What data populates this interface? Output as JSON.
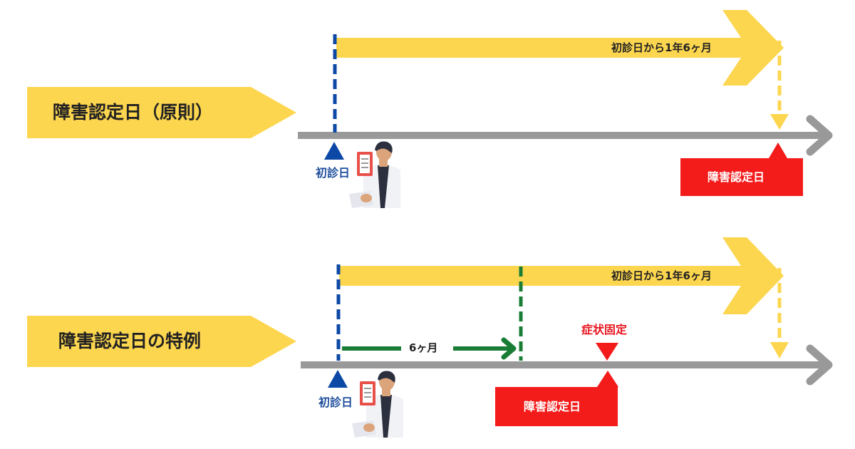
{
  "colors": {
    "yellow": "#fdd64f",
    "gray": "#999999",
    "blue": "#0c48a6",
    "green": "#1a7d35",
    "red": "#f41b1b",
    "dark": "#222222"
  },
  "principle": {
    "tag": "障害認定日（原則）",
    "first_visit": "初診日",
    "period": "初診日から1年6ヶ月",
    "certification": "障害認定日"
  },
  "special": {
    "tag": "障害認定日の特例",
    "first_visit": "初診日",
    "six_months": "6ヶ月",
    "fixed": "症状固定",
    "period": "初診日から1年6ヶ月",
    "certification": "障害認定日"
  }
}
